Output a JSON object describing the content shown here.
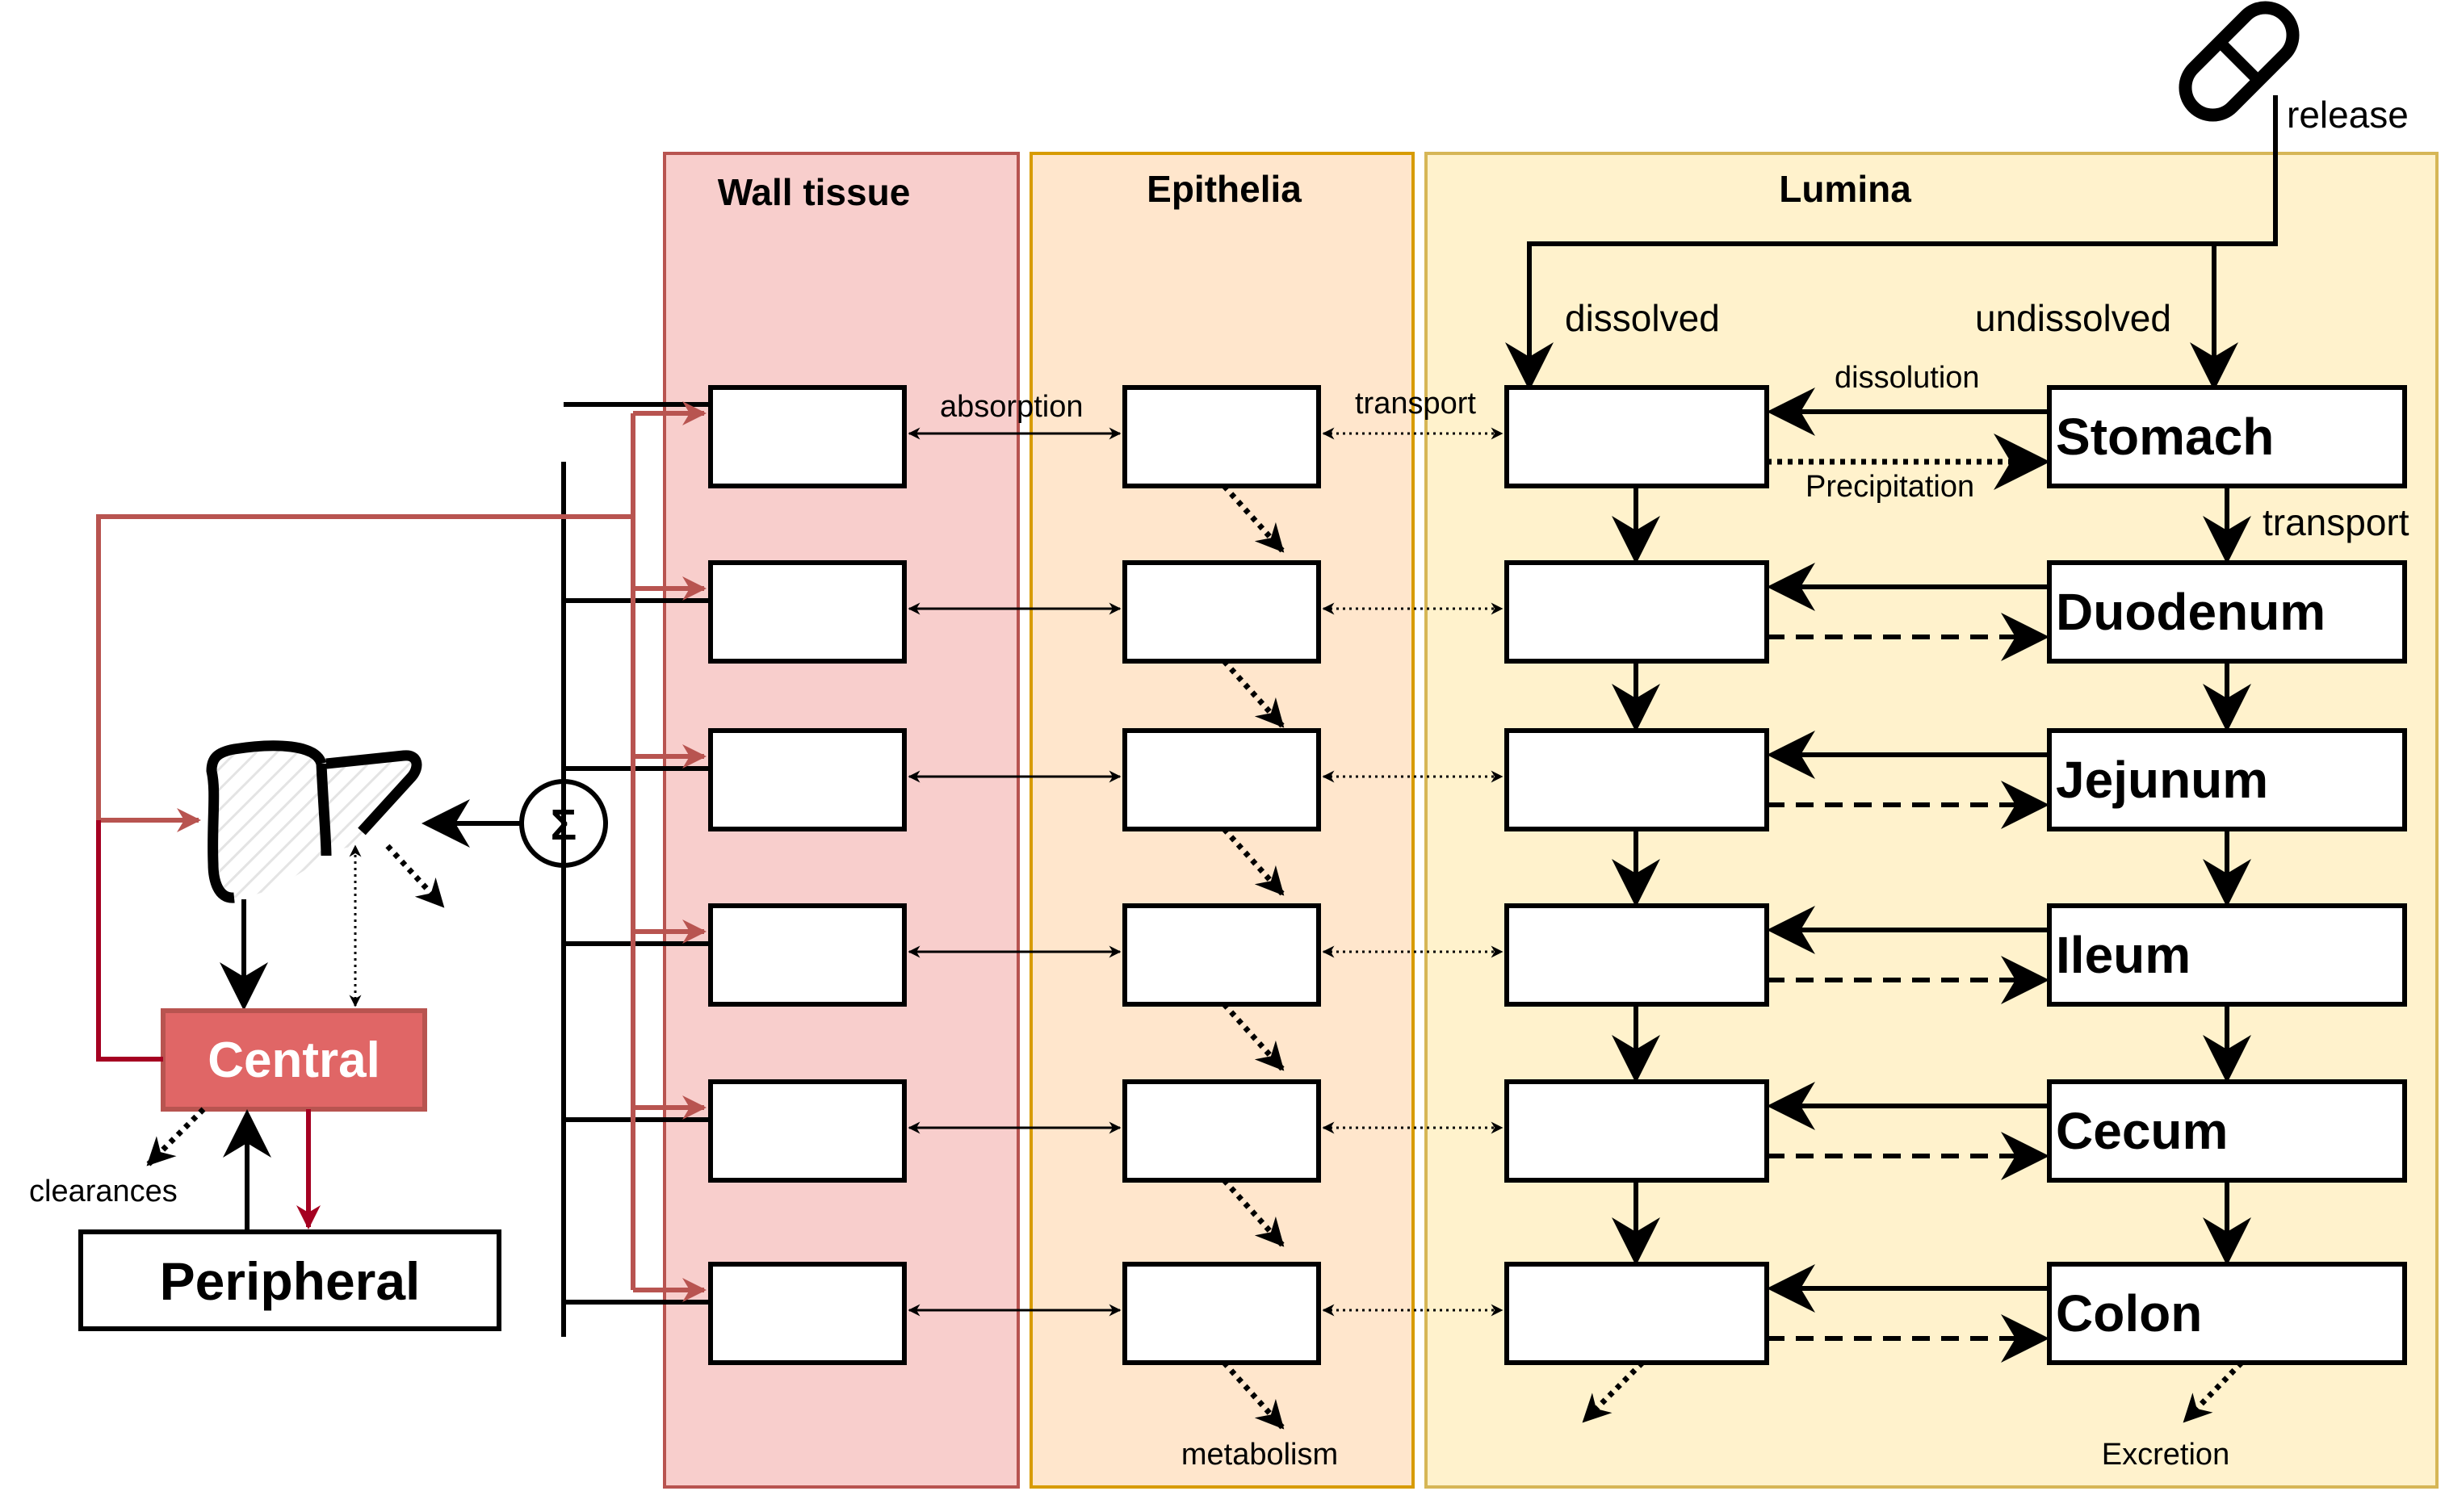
{
  "columns": {
    "wall_tissue": "Wall tissue",
    "epithelia": "Epithelia",
    "lumina": "Lumina"
  },
  "segments": [
    "Stomach",
    "Duodenum",
    "Jejunum",
    "Ileum",
    "Cecum",
    "Colon"
  ],
  "labels": {
    "release": "release",
    "dissolved": "dissolved",
    "undissolved": "undissolved",
    "dissolution": "dissolution",
    "precipitation": "Precipitation",
    "transport_lumen": "transport",
    "transport_epi": "transport",
    "absorption": "absorption",
    "metabolism": "metabolism",
    "excretion": "Excretion",
    "clearances": "clearances",
    "central": "Central",
    "peripheral": "Peripheral",
    "sum": "Σ"
  },
  "colors": {
    "wall_fill": "#f8cecc",
    "wall_stroke": "#b85450",
    "epi_fill": "#ffe6cc",
    "epi_stroke": "#d79b00",
    "lumen_fill": "#fff2cc",
    "lumen_stroke": "#d6b656",
    "central_fill": "#e06666",
    "portal_arrow": "#b85450",
    "return_arrow": "#a50021"
  },
  "icons": [
    "pill-icon",
    "liver-icon"
  ]
}
